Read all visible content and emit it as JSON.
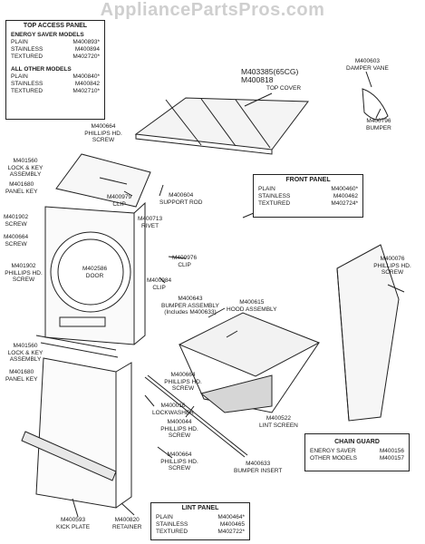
{
  "watermark": "AppliancePartsPros.com",
  "top_access_panel": {
    "title": "TOP ACCESS PANEL",
    "groups": [
      {
        "name": "ENERGY SAVER MODELS",
        "items": [
          {
            "label": "PLAIN",
            "part": "M400893*"
          },
          {
            "label": "STAINLESS",
            "part": "M400894"
          },
          {
            "label": "TEXTURED",
            "part": "M402720*"
          }
        ]
      },
      {
        "name": "ALL OTHER MODELS",
        "items": [
          {
            "label": "PLAIN",
            "part": "M400840*"
          },
          {
            "label": "STAINLESS",
            "part": "M400842"
          },
          {
            "label": "TEXTURED",
            "part": "M402710*"
          }
        ]
      }
    ]
  },
  "front_panel": {
    "title": "FRONT PANEL",
    "items": [
      {
        "label": "PLAIN",
        "part": "M400460*"
      },
      {
        "label": "STAINLESS",
        "part": "M400462"
      },
      {
        "label": "TEXTURED",
        "part": "M402724*"
      }
    ]
  },
  "chain_guard": {
    "title": "CHAIN GUARD",
    "items": [
      {
        "label": "ENERGY SAVER",
        "part": "M400156"
      },
      {
        "label": "OTHER MODELS",
        "part": "M400157"
      }
    ]
  },
  "lint_panel": {
    "title": "LINT PANEL",
    "items": [
      {
        "label": "PLAIN",
        "part": "M400464*"
      },
      {
        "label": "STAINLESS",
        "part": "M400465"
      },
      {
        "label": "TEXTURED",
        "part": "M402722*"
      }
    ]
  },
  "callouts": {
    "top_cover": {
      "part1": "M403385(65CG)",
      "part2": "M400818",
      "name": "TOP COVER"
    },
    "damper_vane": {
      "part": "M400603",
      "name": "DAMPER VANE"
    },
    "bumper": {
      "part": "M400796",
      "name": "BUMPER"
    },
    "phillips_screw_top": {
      "part": "M400664",
      "name": "PHILLIPS HD. SCREW"
    },
    "lock_key_top": {
      "part": "M401560",
      "name": "LOCK & KEY ASSEMBLY"
    },
    "panel_key_top": {
      "part": "M401680",
      "name": "PANEL KEY"
    },
    "clip_979": {
      "part": "M400979",
      "name": "CLIP"
    },
    "support_rod": {
      "part": "M400604",
      "name": "SUPPORT ROD"
    },
    "rivet": {
      "part": "M400713",
      "name": "RIVET"
    },
    "screw_1902": {
      "part": "M401902",
      "name": "SCREW"
    },
    "screw_664_left": {
      "part": "M400664",
      "name": "SCREW"
    },
    "phillips_screw_1902": {
      "part": "M401902",
      "name": "PHILLIPS HD. SCREW"
    },
    "door_2586": {
      "part": "M402586",
      "name": "DOOR"
    },
    "clip_976": {
      "part": "M400976",
      "name": "CLIP"
    },
    "clip_984": {
      "part": "M400984",
      "name": "CLIP"
    },
    "bumper_assembly": {
      "part": "M400643",
      "name": "BUMPER ASSEMBLY",
      "note": "(Includes M400633)"
    },
    "hood_assembly": {
      "part": "M400615",
      "name": "HOOD ASSEMBLY"
    },
    "phillips_screw_076": {
      "part": "M400076",
      "name": "PHILLIPS HD. SCREW"
    },
    "lock_key_bottom": {
      "part": "M401560",
      "name": "LOCK & KEY ASSEMBLY"
    },
    "panel_key_bottom": {
      "part": "M401680",
      "name": "PANEL KEY"
    },
    "phillips_screw_mid": {
      "part": "M400664",
      "name": "PHILLIPS HD. SCREW"
    },
    "lockwasher": {
      "part": "M400016",
      "name": "LOCKWASHER"
    },
    "phillips_screw_044": {
      "part": "M400044",
      "name": "PHILLIPS HD. SCREW"
    },
    "phillips_screw_low": {
      "part": "M400664",
      "name": "PHILLIPS HD. SCREW"
    },
    "lint_screen": {
      "part": "M400522",
      "name": "LINT SCREEN"
    },
    "bumper_insert": {
      "part": "M400633",
      "name": "BUMPER INSERT"
    },
    "kick_plate": {
      "part": "M400593",
      "name": "KICK PLATE"
    },
    "retainer": {
      "part": "M400820",
      "name": "RETAINER"
    }
  }
}
